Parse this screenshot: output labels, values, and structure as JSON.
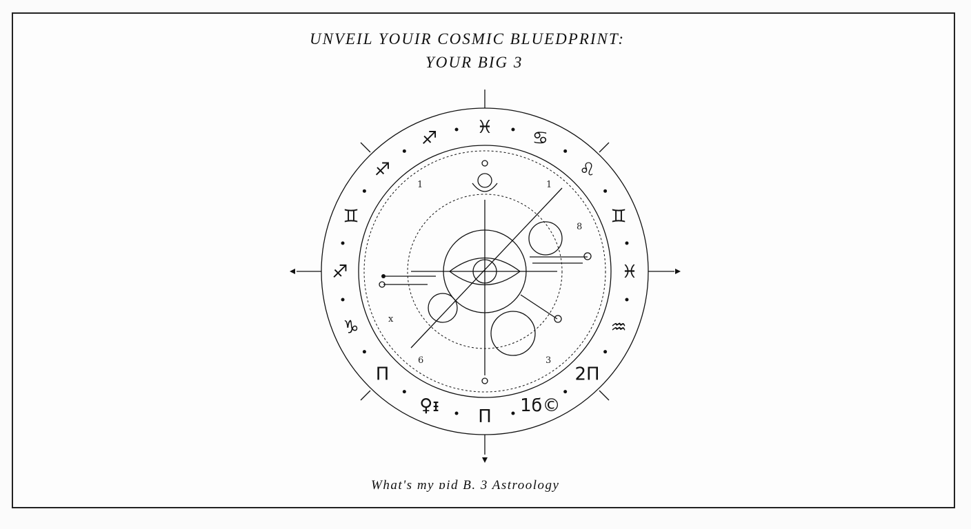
{
  "title_line1": "UNVEIL  YOUIR COSMIC BLUEDPRINT:",
  "title_line2": "YOUR BIG 3",
  "caption": "What's my ɒid B. 3 Astroology",
  "zodiac_ring": [
    "♓",
    "♋",
    "♌",
    "♊",
    "♓",
    "♒",
    "2Π",
    "1ϭ©",
    "Π",
    "♀ᵻ",
    "Π",
    "♑",
    "♐",
    "♊",
    "♐",
    "♐"
  ],
  "inner_marks": {
    "top_left": "1",
    "top_right": "1",
    "right": "8",
    "left": "x",
    "bottom_left": "6",
    "bottom_right": "3"
  }
}
